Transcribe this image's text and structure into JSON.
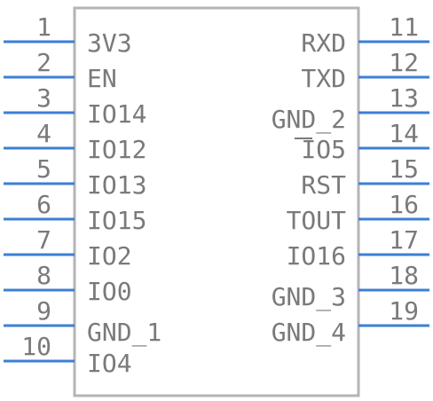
{
  "component": {
    "left_pins": [
      {
        "number": "1",
        "label": "3V3"
      },
      {
        "number": "2",
        "label": "EN"
      },
      {
        "number": "3",
        "label": "IO14"
      },
      {
        "number": "4",
        "label": "IO12"
      },
      {
        "number": "5",
        "label": "IO13"
      },
      {
        "number": "6",
        "label": "IO15"
      },
      {
        "number": "7",
        "label": "IO2"
      },
      {
        "number": "8",
        "label": "IO0"
      },
      {
        "number": "9",
        "label": "GND_1"
      },
      {
        "number": "10",
        "label": "IO4"
      }
    ],
    "right_pins": [
      {
        "number": "11",
        "label": "RXD"
      },
      {
        "number": "12",
        "label": "TXD"
      },
      {
        "number": "13",
        "label": "GND_2"
      },
      {
        "number": "14",
        "label": "IO5"
      },
      {
        "number": "15",
        "label": "RST"
      },
      {
        "number": "16",
        "label": "TOUT"
      },
      {
        "number": "17",
        "label": "IO16"
      },
      {
        "number": "18",
        "label": "GND_3"
      },
      {
        "number": "19",
        "label": "GND_4"
      }
    ]
  },
  "colors": {
    "pin_line": "#3c7fd6",
    "body_outline": "#b4b4b4",
    "text": "#7a7a7a"
  }
}
